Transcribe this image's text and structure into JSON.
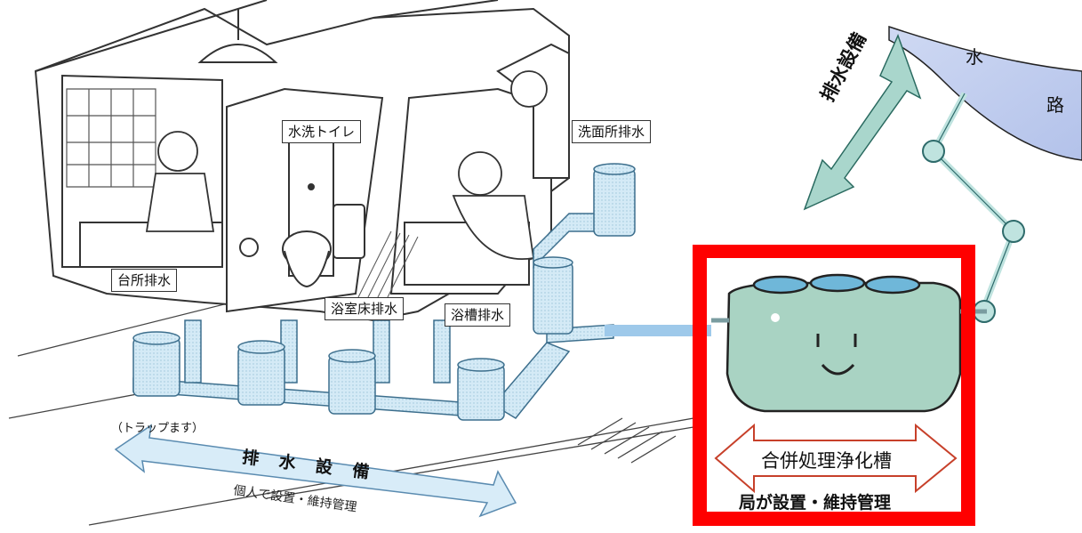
{
  "labels": {
    "toilet": "水洗トイレ",
    "washroom": "洗面所排水",
    "kitchen": "台所排水",
    "bath_floor": "浴室床排水",
    "bathtub": "浴槽排水",
    "trap": "（トラップます）"
  },
  "house_arrow": {
    "title": "排 水 設 備",
    "subtitle": "個人で設置・維持管理"
  },
  "right_arrow": {
    "title": "排水設備"
  },
  "river": {
    "char1": "水",
    "char2": "路"
  },
  "tank": {
    "title": "合併処理浄化槽",
    "subtitle": "局が設置・維持管理"
  },
  "colors": {
    "pipe": "#cfe6f4",
    "tank": "#a9d3c3",
    "highlight_border": "#ff0000",
    "arrow_fill": "#d8ecf8"
  }
}
